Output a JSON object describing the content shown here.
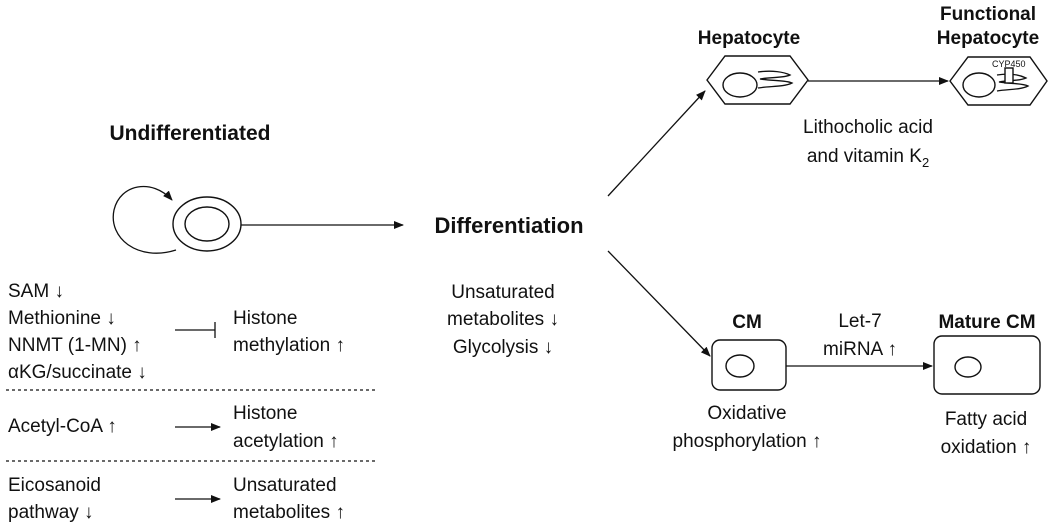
{
  "stem": {
    "title": "Undifferentiated"
  },
  "center": {
    "title": "Differentiation",
    "notes": [
      "Unsaturated",
      "metabolites ↓",
      "Glycolysis ↓"
    ]
  },
  "hepatocyte": {
    "title": "Hepatocyte",
    "functional_title": [
      "Functional",
      "Hepatocyte"
    ],
    "enzyme_label": "CYP450",
    "driver": [
      "Lithocholic acid",
      "and vitamin K",
      "2"
    ]
  },
  "cardiomyocyte": {
    "title": "CM",
    "mature_title": "Mature CM",
    "driver": [
      "Let-7",
      "miRNA ↑"
    ],
    "cm_notes": [
      "Oxidative",
      "phosphorylation ↑"
    ],
    "mature_notes": [
      "Fatty acid",
      "oxidation ↑"
    ]
  },
  "regulation": {
    "block1": {
      "inputs": [
        "SAM ↓",
        "Methionine ↓",
        "NNMT (1-MN) ↑",
        "αKG/succinate ↓"
      ],
      "effect": [
        "Histone",
        "methylation ↑"
      ]
    },
    "block2": {
      "inputs": [
        "Acetyl-CoA ↑"
      ],
      "effect": [
        "Histone",
        "acetylation ↑"
      ]
    },
    "block3": {
      "inputs": [
        "Eicosanoid",
        "pathway ↓"
      ],
      "effect": [
        "Unsaturated",
        "metabolites ↑"
      ]
    }
  },
  "colors": {
    "ink": "#111111",
    "background": "#ffffff"
  }
}
